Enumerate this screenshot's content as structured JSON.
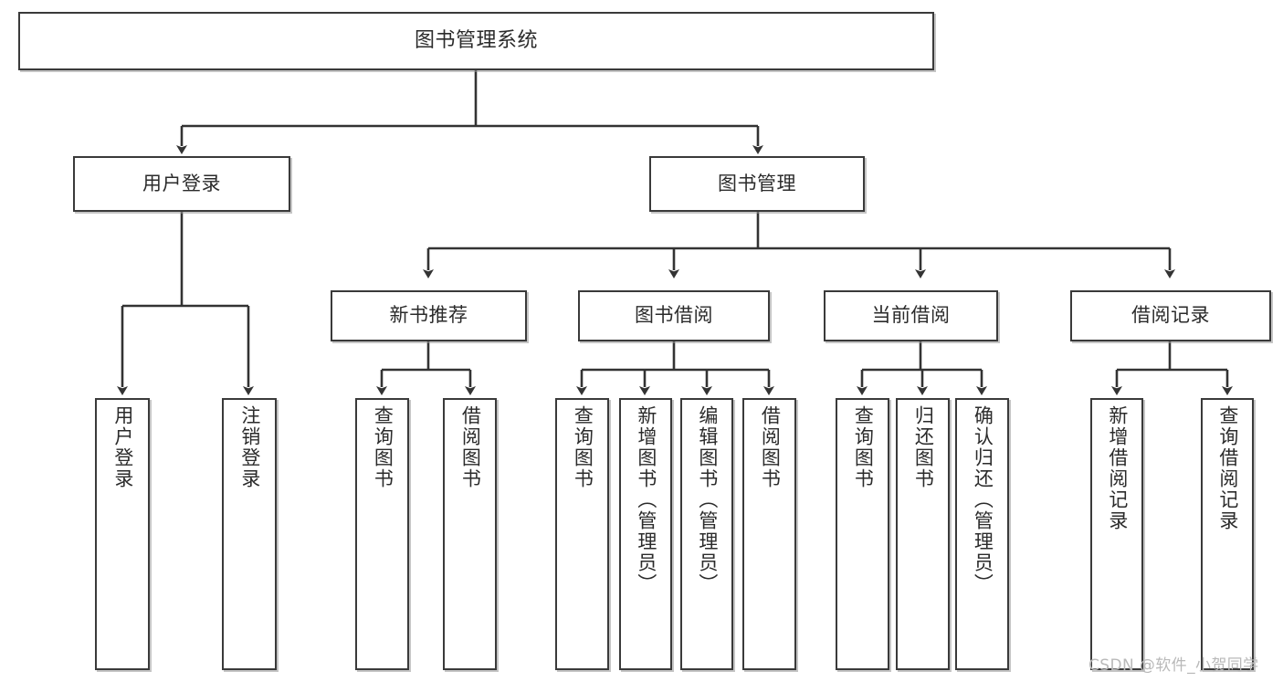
{
  "diagram": {
    "type": "tree",
    "title": "图书管理系统",
    "line_color": "#3a3a3a",
    "box_fill": "#ffffff",
    "text_color": "#2b2b2b",
    "nodes": {
      "root": {
        "label": "图书管理系统"
      },
      "l2": [
        {
          "label": "用户登录"
        },
        {
          "label": "图书管理"
        }
      ],
      "l3": [
        {
          "label": "新书推荐"
        },
        {
          "label": "图书借阅"
        },
        {
          "label": "当前借阅"
        },
        {
          "label": "借阅记录"
        }
      ],
      "leaves": {
        "user_login": [
          {
            "label": "用户登录"
          },
          {
            "label": "注销登录"
          }
        ],
        "new_book": [
          {
            "label": "查询图书"
          },
          {
            "label": "借阅图书"
          }
        ],
        "borrow": [
          {
            "label": "查询图书"
          },
          {
            "label": "新增图书（管理员）"
          },
          {
            "label": "编辑图书（管理员）"
          },
          {
            "label": "借阅图书"
          }
        ],
        "current": [
          {
            "label": "查询图书"
          },
          {
            "label": "归还图书"
          },
          {
            "label": "确认归还（管理员）"
          }
        ],
        "records": [
          {
            "label": "新增借阅记录"
          },
          {
            "label": "查询借阅记录"
          }
        ]
      }
    }
  },
  "watermark": {
    "text": "CSDN @软件_小贺同学",
    "color": "#b9b9b9"
  }
}
